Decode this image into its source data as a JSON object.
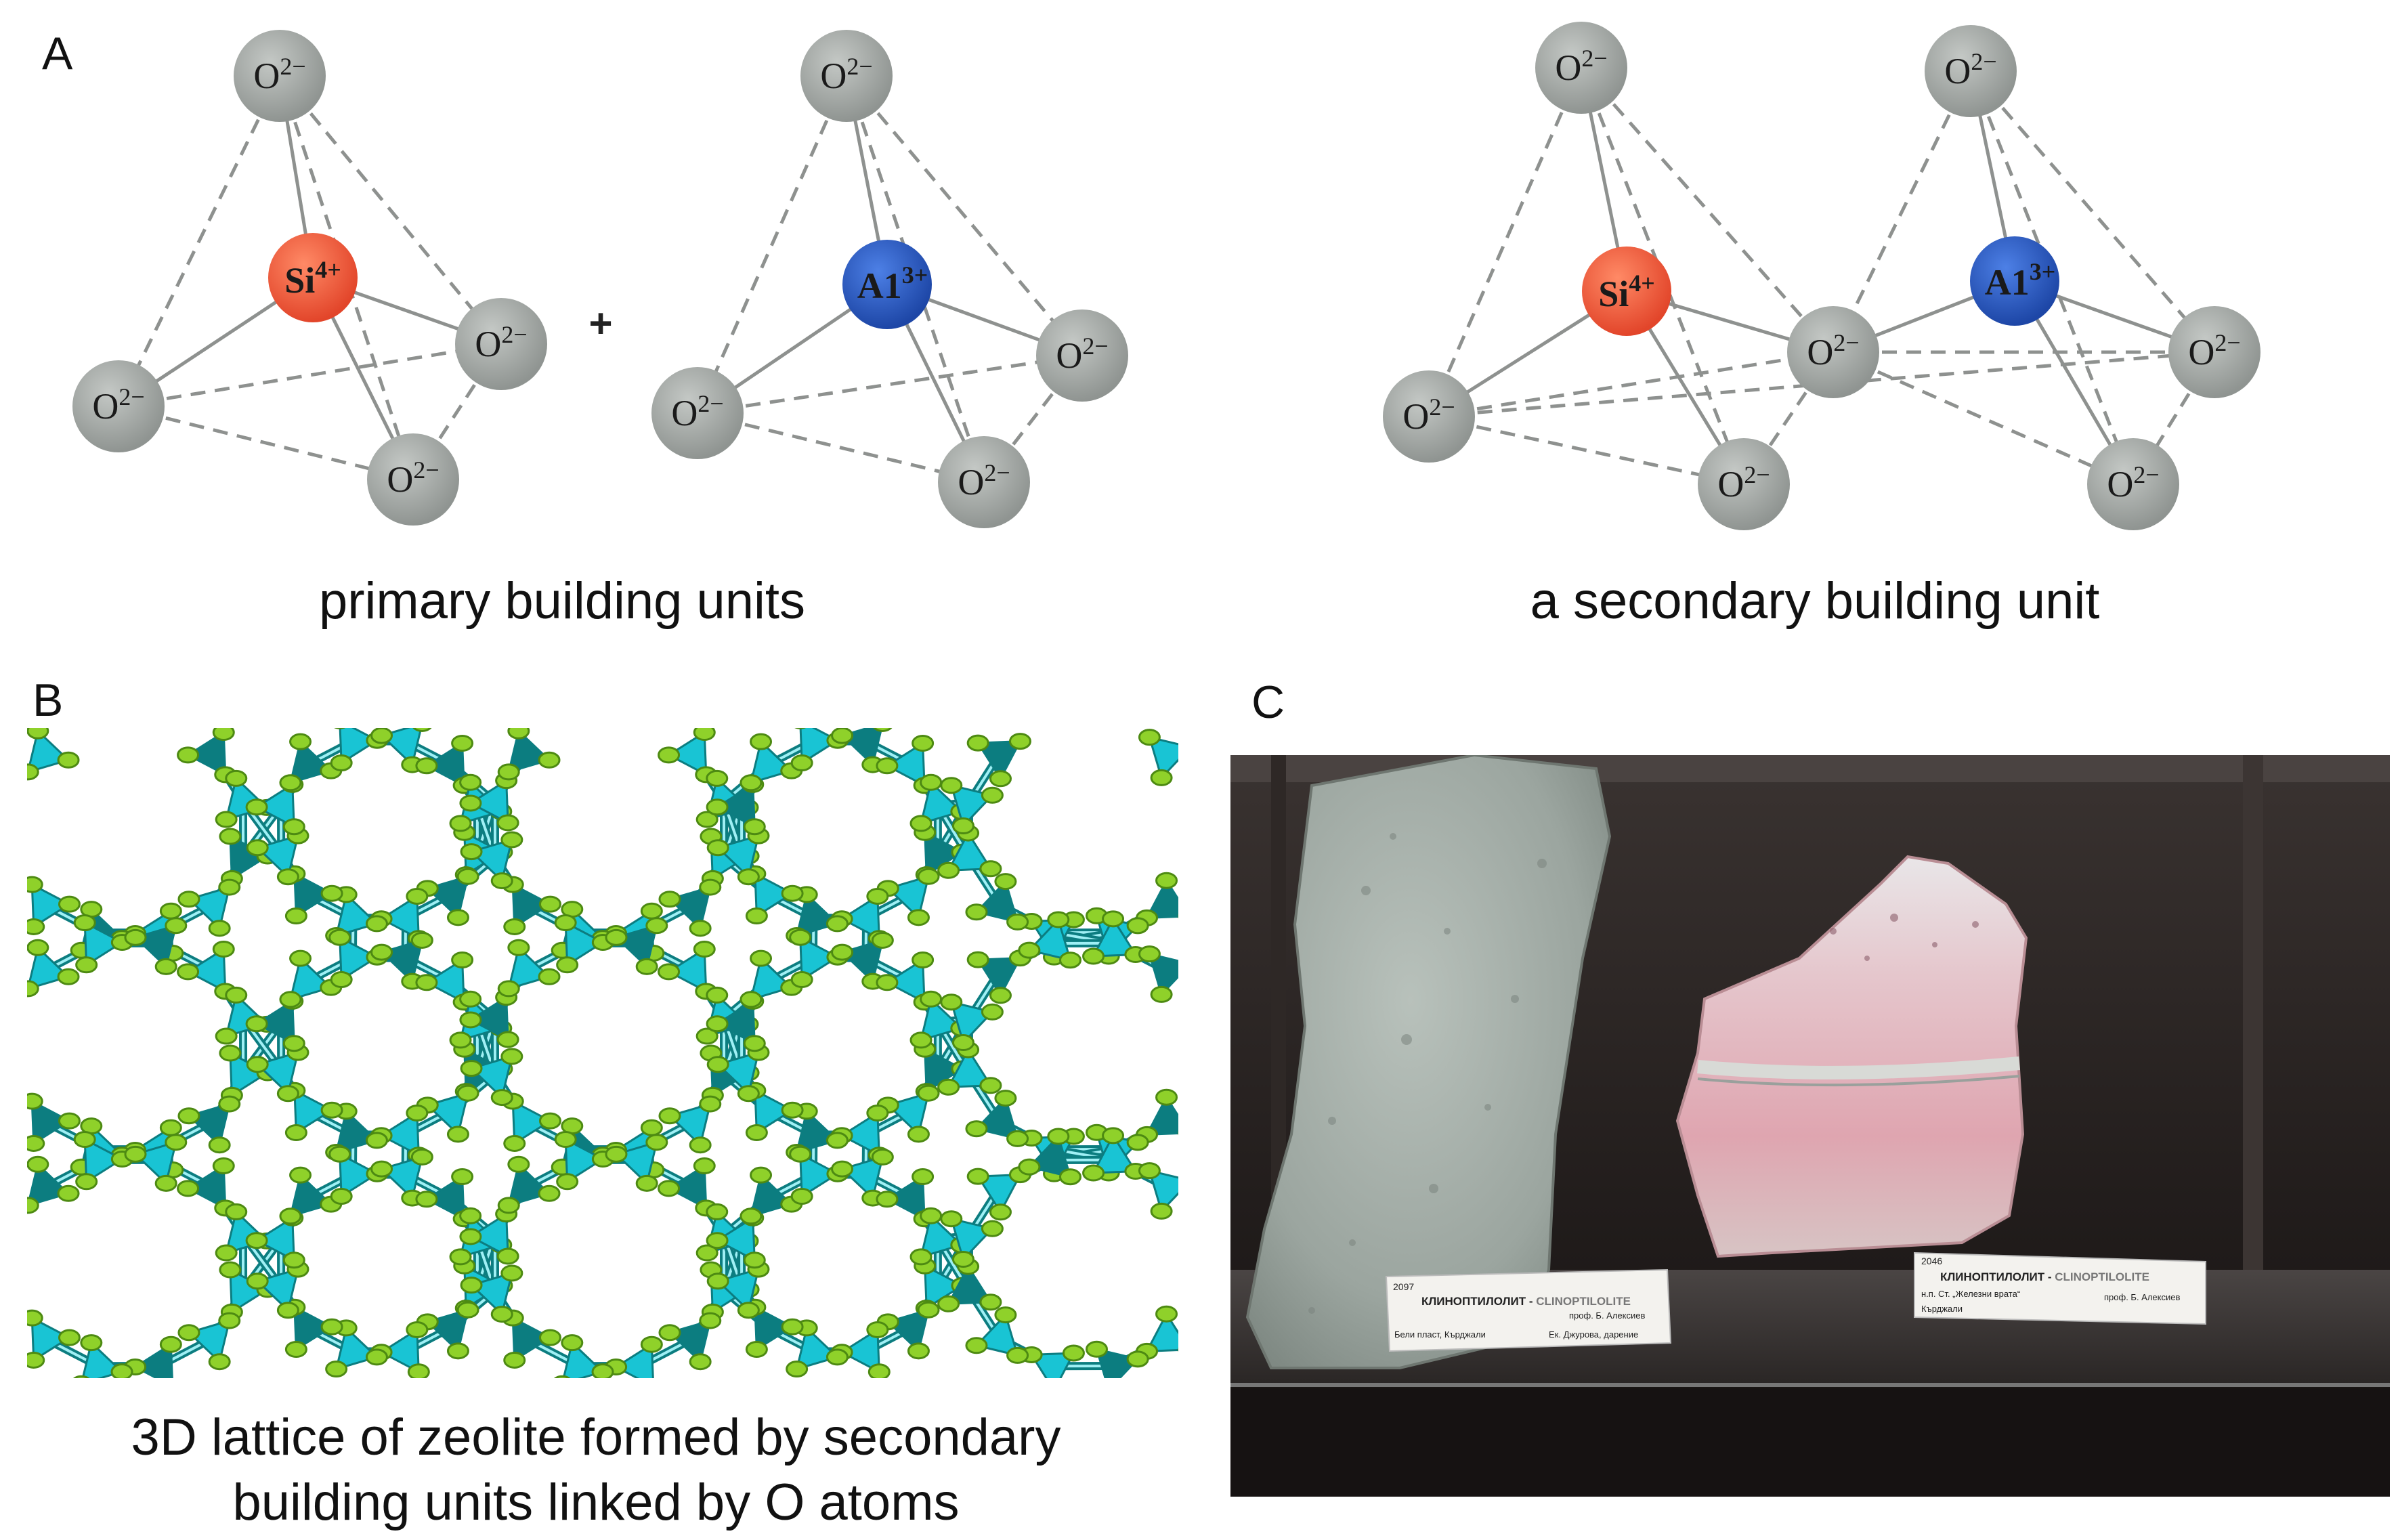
{
  "panels": {
    "a": {
      "label": "A",
      "plus": "+",
      "primary_caption": "primary building units",
      "secondary_caption": "a secondary building unit",
      "ions": {
        "oxygen_base": "O",
        "oxygen_charge": "2−",
        "silicon_base": "Si",
        "silicon_charge": "4+",
        "aluminium_base": "A1",
        "aluminium_charge": "3+"
      }
    },
    "b": {
      "label": "B",
      "caption_line1": "3D lattice of zeolite formed by secondary",
      "caption_line2": "building units linked by O atoms"
    },
    "c": {
      "label": "C",
      "specimen_left": {
        "number": "2097",
        "name": "КЛИНОПТИЛОЛИТ",
        "name_latin": "CLINOPTILOLITE",
        "donor": "проф. Б. Алексиев",
        "locality": "Бели пласт, Кърджали",
        "collector": "Ек. Джурова, дарение"
      },
      "specimen_right": {
        "number": "2046",
        "name": "КЛИНОПТИЛОЛИТ",
        "name_latin": "CLINOPTILOLITE",
        "locality": "н.п. Ст. „Железни врата“",
        "donor": "проф. Б. Алексиев",
        "region": "Кърджали"
      }
    }
  },
  "colors": {
    "oxygen": "#a3a7a4",
    "silicon": "#ef5a3c",
    "aluminium": "#2f5fc4",
    "tetra_cyan": "#19c4d4",
    "tetra_dark": "#0c7d80",
    "lattice_atom": "#8fd12a"
  }
}
